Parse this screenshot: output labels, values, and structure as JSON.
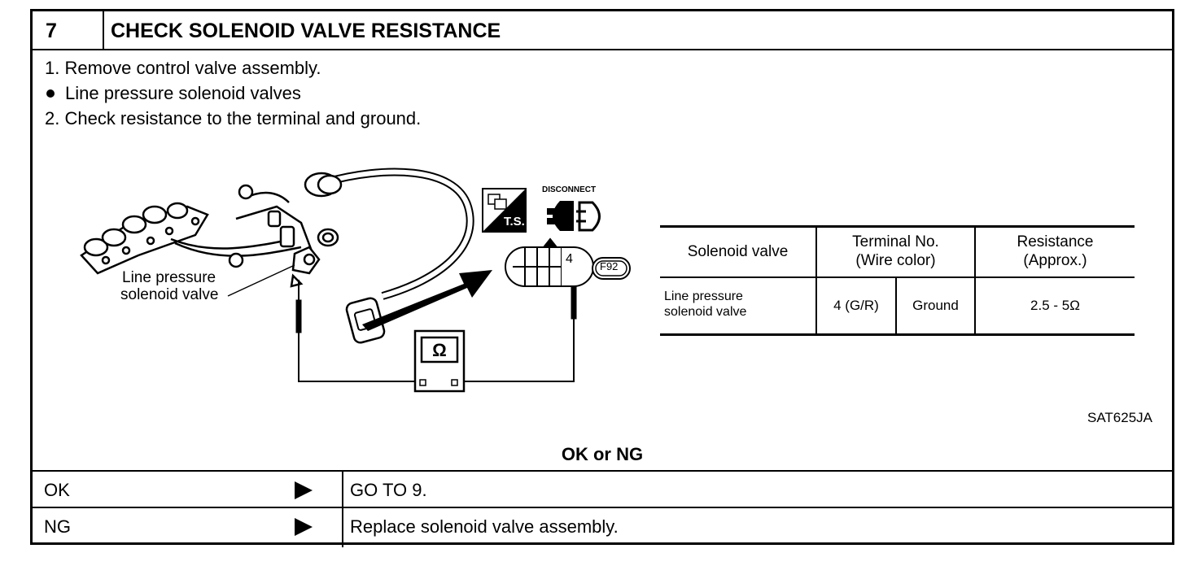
{
  "header": {
    "step_number": "7",
    "title": "CHECK SOLENOID VALVE RESISTANCE"
  },
  "instructions": [
    "1.  Remove control valve assembly.",
    "Line pressure solenoid valves",
    "2.  Check resistance to the terminal and ground."
  ],
  "figure": {
    "callout_line1": "Line pressure",
    "callout_line2": "solenoid valve",
    "ts_label": "T.S.",
    "disconnect_label": "DISCONNECT",
    "connector_terminal": "4",
    "connector_id": "F92",
    "ohm_symbol": "Ω",
    "figure_code": "SAT625JA"
  },
  "spec_table": {
    "col1_header": "Solenoid valve",
    "col2_header_l1": "Terminal No.",
    "col2_header_l2": "(Wire color)",
    "col3_header_l1": "Resistance",
    "col3_header_l2": "(Approx.)",
    "row_valve_l1": "Line pressure",
    "row_valve_l2": "solenoid valve",
    "row_terminal": "4 (G/R)",
    "row_ground": "Ground",
    "row_resistance": "2.5 - 5Ω"
  },
  "result_prompt": "OK or NG",
  "results": [
    {
      "label": "OK",
      "action": "GO TO 9."
    },
    {
      "label": "NG",
      "action": "Replace solenoid valve assembly."
    }
  ],
  "icons": [
    "arrow-right-icon",
    "ohmmeter-icon",
    "connector-icon",
    "disconnect-icon",
    "test-stand-icon"
  ]
}
